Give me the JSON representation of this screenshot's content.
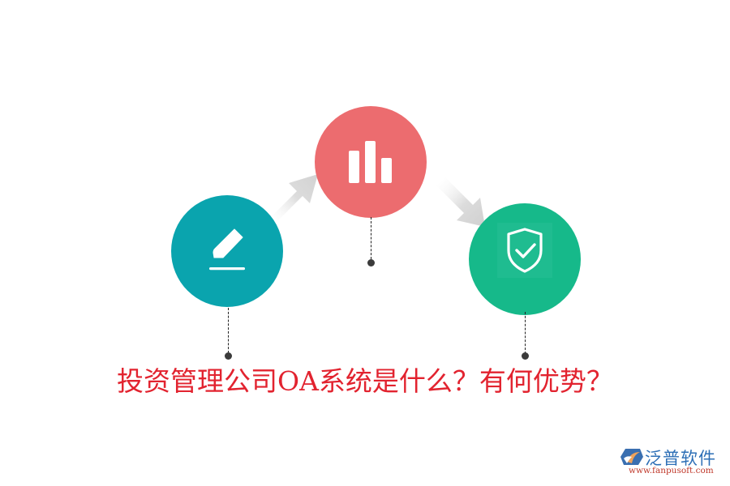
{
  "diagram": {
    "title": "投资管理公司OA系统是什么？有何优势？",
    "title_color": "#e2232f",
    "steps": [
      {
        "id": "step-1",
        "icon": "pencil-edit-icon",
        "color": "#0aa4ae"
      },
      {
        "id": "step-2",
        "icon": "bar-chart-icon",
        "color": "#ec6c6f"
      },
      {
        "id": "step-3",
        "icon": "shield-check-icon",
        "color": "#16b98a"
      }
    ],
    "arrows": [
      {
        "from": "step-1",
        "to": "step-2",
        "icon": "arrow-up-right-icon"
      },
      {
        "from": "step-2",
        "to": "step-3",
        "icon": "arrow-down-right-icon"
      }
    ]
  },
  "brand": {
    "name": "泛普软件",
    "url": "www.fanpusoft.com",
    "name_color": "#2d6fb6",
    "url_color": "#c0392b"
  }
}
